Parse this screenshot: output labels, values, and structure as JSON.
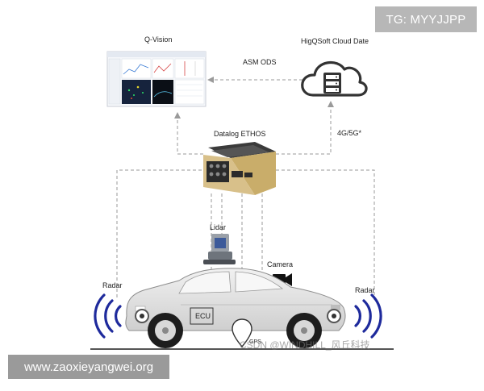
{
  "header_tag": "TG: MYYJJPP",
  "footer_site": "www.zaoxieyangwei.org",
  "watermark": "CSDN @WINDHILL_风丘科技",
  "nodes": {
    "qvision": "Q-Vision",
    "cloud": "HigQSoft  Cloud Date",
    "logger": "Datalog ETHOS",
    "lidar": "Lidar",
    "camera": "Camera",
    "radar_left": "Radar",
    "radar_right": "Radar",
    "ecu": "ECU",
    "gps": "GPS"
  },
  "links": {
    "cloud_to_qvision": "ASM ODS",
    "logger_to_cloud": "4G/5G*"
  },
  "colors": {
    "dash": "#9a9a9a",
    "radar_wave": "#1e2a9c",
    "car_body": "#e2e2e2",
    "logger_body": "#c9ad6a"
  }
}
